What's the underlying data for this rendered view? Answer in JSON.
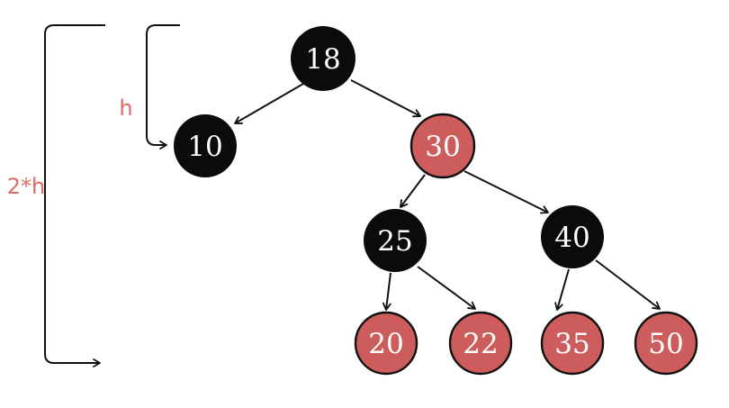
{
  "diagram": {
    "kind": "red-black binary search tree with height annotations",
    "annotations": {
      "height_label": "h",
      "double_height_label": "2*h"
    },
    "colors": {
      "node_black": "#0b0b0b",
      "node_red": "#cd5c5c",
      "node_outline": "#111111",
      "node_text": "#ffffff",
      "annotation_text": "#e06a66",
      "line": "#111111",
      "background": "#ffffff"
    },
    "nodes": [
      {
        "value": "18",
        "color": "black",
        "role": "root"
      },
      {
        "value": "10",
        "color": "black",
        "role": "left child of 18"
      },
      {
        "value": "30",
        "color": "red",
        "role": "right child of 18"
      },
      {
        "value": "25",
        "color": "black",
        "role": "left child of 30"
      },
      {
        "value": "40",
        "color": "black",
        "role": "right child of 30"
      },
      {
        "value": "20",
        "color": "red",
        "role": "left child of 25"
      },
      {
        "value": "22",
        "color": "red",
        "role": "right child of 25"
      },
      {
        "value": "35",
        "color": "red",
        "role": "left child of 40"
      },
      {
        "value": "50",
        "color": "red",
        "role": "right child of 40"
      }
    ],
    "edges": [
      {
        "from": "18",
        "to": "10"
      },
      {
        "from": "18",
        "to": "30"
      },
      {
        "from": "30",
        "to": "25"
      },
      {
        "from": "30",
        "to": "40"
      },
      {
        "from": "25",
        "to": "20"
      },
      {
        "from": "25",
        "to": "22"
      },
      {
        "from": "40",
        "to": "35"
      },
      {
        "from": "40",
        "to": "50"
      }
    ]
  }
}
